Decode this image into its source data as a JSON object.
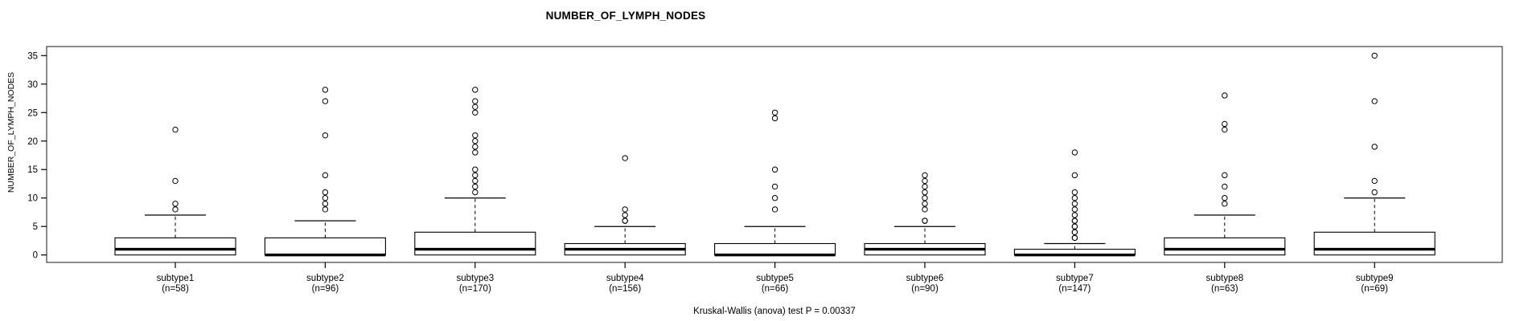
{
  "title": "NUMBER_OF_LYMPH_NODES",
  "footnote": "Kruskal-Wallis (anova) test P = 0.00337",
  "colors": {
    "stroke": "#000000",
    "median": "#000000",
    "box_fill": "#ffffff",
    "border": "#4d4d4d",
    "background": "#ffffff"
  },
  "chart_data": {
    "type": "boxplot",
    "title": "NUMBER_OF_LYMPH_NODES",
    "ylabel": "NUMBER_OF_LYMPH_NODES",
    "xlabel": "",
    "ylim": [
      0,
      35
    ],
    "yticks": [
      0,
      5,
      10,
      15,
      20,
      25,
      30,
      35
    ],
    "grid": false,
    "legend": "none",
    "footnote": "Kruskal-Wallis (anova) test P = 0.00337",
    "groups": [
      {
        "label": "subtype1",
        "n": 58,
        "n_label": "(n=58)",
        "q1": 0,
        "median": 1,
        "q3": 3,
        "whisker_low": 0,
        "whisker_high": 7,
        "outliers": [
          8,
          9,
          13,
          22
        ]
      },
      {
        "label": "subtype2",
        "n": 96,
        "n_label": "(n=96)",
        "q1": 0,
        "median": 0,
        "q3": 3,
        "whisker_low": 0,
        "whisker_high": 6,
        "outliers": [
          8,
          9,
          10,
          11,
          14,
          21,
          27,
          29
        ]
      },
      {
        "label": "subtype3",
        "n": 170,
        "n_label": "(n=170)",
        "q1": 0,
        "median": 1,
        "q3": 4,
        "whisker_low": 0,
        "whisker_high": 10,
        "outliers": [
          11,
          12,
          13,
          14,
          15,
          18,
          19,
          20,
          21,
          25,
          26,
          27,
          29
        ]
      },
      {
        "label": "subtype4",
        "n": 156,
        "n_label": "(n=156)",
        "q1": 0,
        "median": 1,
        "q3": 2,
        "whisker_low": 0,
        "whisker_high": 5,
        "outliers": [
          6,
          6,
          7,
          8,
          17
        ]
      },
      {
        "label": "subtype5",
        "n": 66,
        "n_label": "(n=66)",
        "q1": 0,
        "median": 0,
        "q3": 2,
        "whisker_low": 0,
        "whisker_high": 5,
        "outliers": [
          8,
          10,
          12,
          15,
          24,
          25
        ]
      },
      {
        "label": "subtype6",
        "n": 90,
        "n_label": "(n=90)",
        "q1": 0,
        "median": 1,
        "q3": 2,
        "whisker_low": 0,
        "whisker_high": 5,
        "outliers": [
          6,
          6,
          8,
          9,
          10,
          11,
          12,
          13,
          14
        ]
      },
      {
        "label": "subtype7",
        "n": 147,
        "n_label": "(n=147)",
        "q1": 0,
        "median": 0,
        "q3": 1,
        "whisker_low": 0,
        "whisker_high": 2,
        "outliers": [
          3,
          3,
          4,
          4,
          5,
          5,
          6,
          6,
          7,
          8,
          9,
          10,
          11,
          14,
          18
        ]
      },
      {
        "label": "subtype8",
        "n": 63,
        "n_label": "(n=63)",
        "q1": 0,
        "median": 1,
        "q3": 3,
        "whisker_low": 0,
        "whisker_high": 7,
        "outliers": [
          9,
          10,
          12,
          14,
          22,
          23,
          28
        ]
      },
      {
        "label": "subtype9",
        "n": 69,
        "n_label": "(n=69)",
        "q1": 0,
        "median": 1,
        "q3": 4,
        "whisker_low": 0,
        "whisker_high": 10,
        "outliers": [
          11,
          13,
          19,
          27,
          35
        ]
      }
    ]
  }
}
